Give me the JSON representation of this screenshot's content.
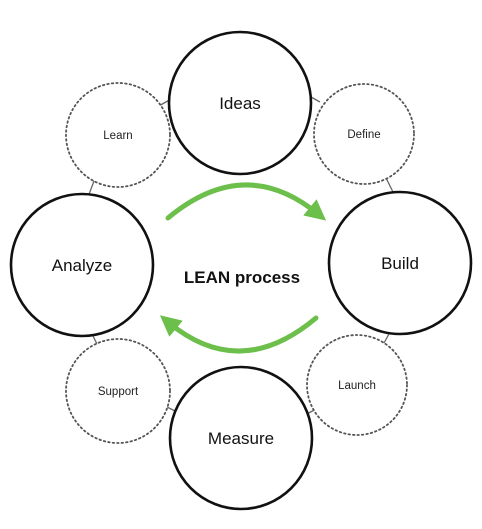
{
  "center": {
    "label": "LEAN process"
  },
  "nodes": {
    "ideas": "Ideas",
    "build": "Build",
    "measure": "Measure",
    "analyze": "Analyze",
    "learn": "Learn",
    "define": "Define",
    "launch": "Launch",
    "support": "Support"
  },
  "colors": {
    "arrow": "#6cbf4a",
    "stroke": "#111111",
    "dotted_stroke": "#555555",
    "connector": "#666666"
  }
}
